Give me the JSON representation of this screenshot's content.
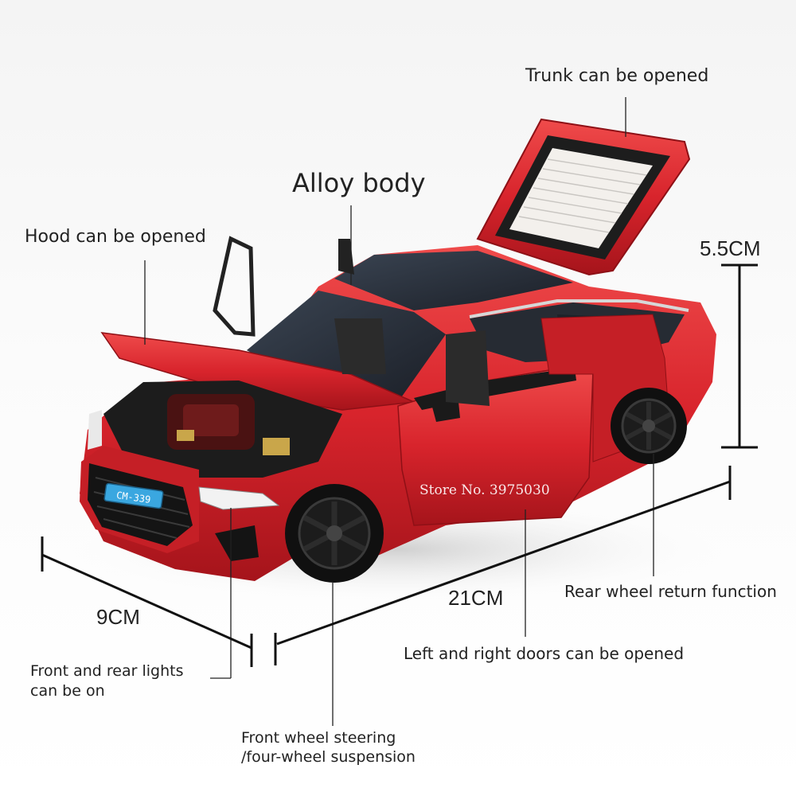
{
  "labels": {
    "trunk": "Trunk can be opened",
    "alloy": "Alloy body",
    "hood": "Hood can be opened",
    "height": "5.5CM",
    "rear_wheel": "Rear wheel return function",
    "length": "21CM",
    "width": "9CM",
    "lights_line1": "Front and rear lights",
    "lights_line2": "can be on",
    "doors": "Left and right doors can be opened",
    "steering_line1": "Front wheel steering",
    "steering_line2": "/four-wheel suspension"
  },
  "watermark": "Store No. 3975030",
  "license_plate": "CM-339",
  "colors": {
    "car_body": "#d8242c",
    "text": "#222222",
    "lines": "#111111"
  }
}
